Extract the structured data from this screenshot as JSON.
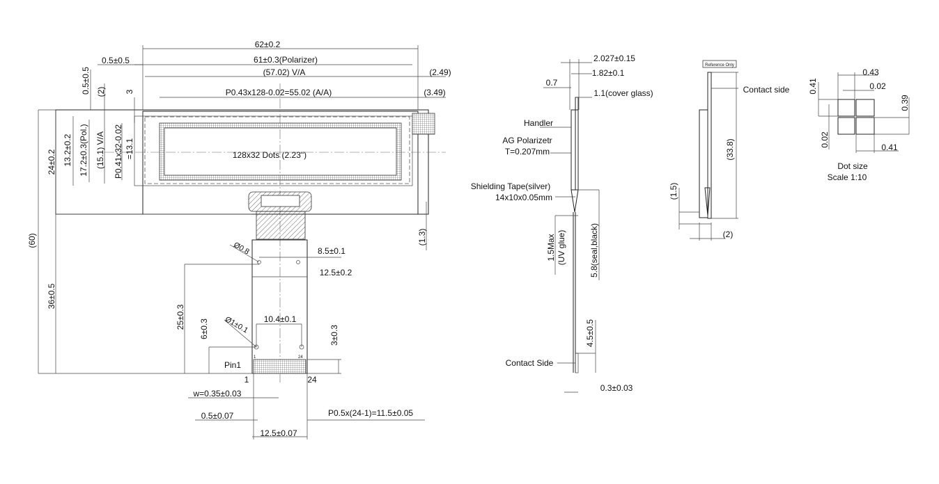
{
  "front_view": {
    "dims": {
      "overall_width": "62±0.2",
      "edge_offset": "0.5±0.5",
      "polarizer_width": "61±0.3(Polarizer)",
      "va_width": "(57.02) V/A",
      "right_va": "(2.49)",
      "aa_width": "P0.43x128-0.02=55.02 (A/A)",
      "right_aa": "(3.49)",
      "top_offset": "0.5±0.5",
      "top_va": "(2)",
      "top_aa": "3",
      "height_total": "24±0.2",
      "pol_height_a": "13.2±0.2",
      "pol_height_b": "17.2±0.3(Pol.)",
      "va_height": "(15.1) V/A",
      "aa_height": "P0.41x32-0.02",
      "aa_height_value": "=13.1",
      "overall_length": "(60)",
      "fpc_length": "36±0.5",
      "right_small": "(1.3)",
      "hole_spacing": "8.5±0.1",
      "hole_dia": "Ø0.8",
      "fpc_width": "12.5±0.2",
      "fpc_length_b": "25±0.3",
      "hole_spacing_b": "10.4±0.1",
      "small_hole": "Ø1±0.1",
      "hole_height": "6±0.3",
      "finger_height": "3±0.3",
      "pin_width": "w=0.35±0.03",
      "edge_pitch": "0.5±0.07",
      "pitch_total": "P0.5x(24-1)=11.5±0.05",
      "finger_width": "12.5±0.07"
    },
    "center_label": "128x32 Dots (2.23\")",
    "pin_label": "Pin1",
    "pin_first": "1",
    "pin_last": "24",
    "pin_first_small": "1",
    "pin_last_small": "24"
  },
  "side_view": {
    "dims": {
      "total_thickness": "2.027±0.15",
      "glass_thickness": "1.82±0.1",
      "left_offset": "0.7",
      "cover_glass": "1.1(cover glass)",
      "uv_glue": "1.5Max",
      "uv_glue_label": "(UV glue)",
      "seal": "5.8(seal,black)",
      "contact_length": "4.5±0.5",
      "fpc_thickness": "0.3±0.03"
    },
    "labels": {
      "handler": "Handler",
      "ag_polarizer": "AG Polarizetr",
      "ag_thickness": "T=0.207mm",
      "shield_tape": "Shielding Tape(silver)",
      "shield_size": "14x10x0.05mm",
      "contact_side": "Contact Side"
    }
  },
  "reference_view": {
    "badge": "Reference Only",
    "contact_side": "Contact side",
    "height": "(33.8)",
    "bottom_a": "(1.5)",
    "bottom_b": "(2)"
  },
  "dot_size": {
    "w_top": "0.43",
    "gap_top": "0.02",
    "h_left": "0.41",
    "h_right": "0.39",
    "gap_left": "0.02",
    "w_bottom": "0.41",
    "title": "Dot size",
    "scale": "Scale 1:10"
  }
}
